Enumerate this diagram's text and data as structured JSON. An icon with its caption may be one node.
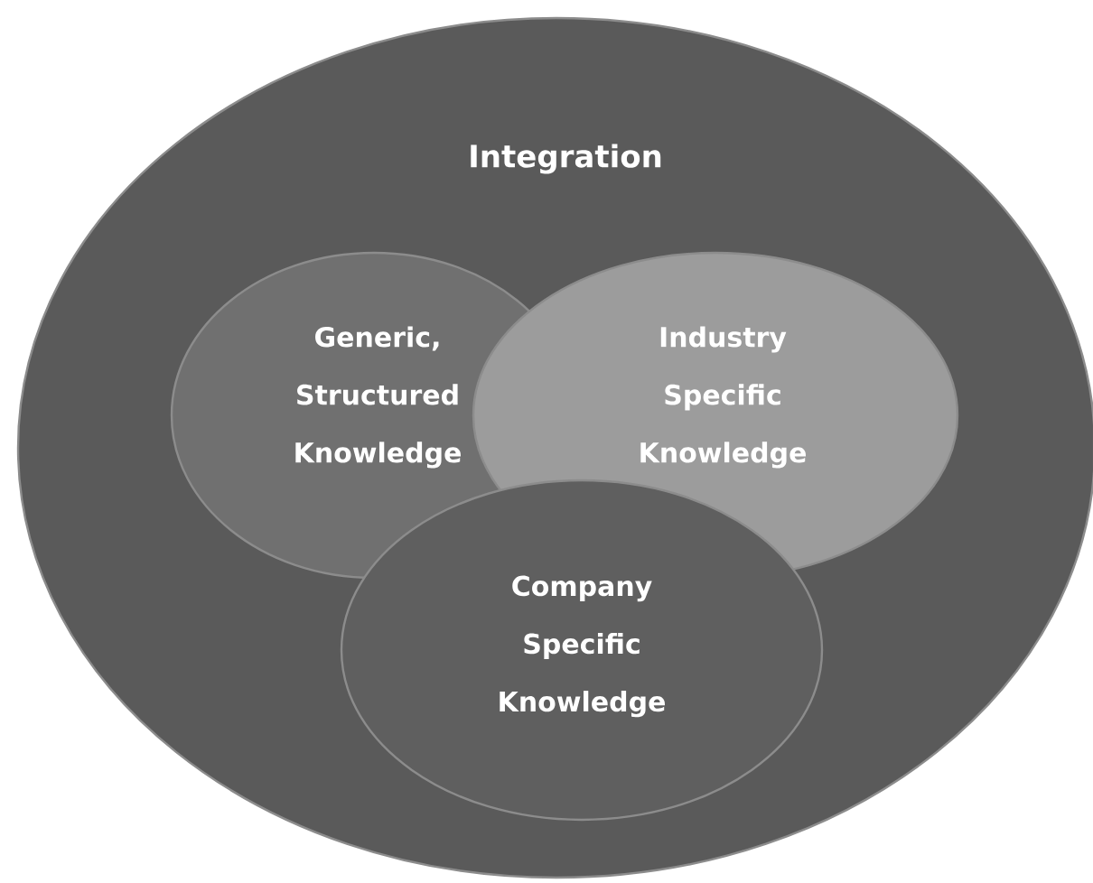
{
  "diagram": {
    "nodes": [
      {
        "text": [
          "Integration"
        ]
      },
      {
        "text": [
          "Generic, Structured Knowledge"
        ],
        "in": 0
      },
      {
        "text": [
          "Industry Specific Knowledge"
        ],
        "in": 0
      },
      {
        "text": [
          "Company Specific Knowledge"
        ],
        "in": 0
      }
    ]
  }
}
